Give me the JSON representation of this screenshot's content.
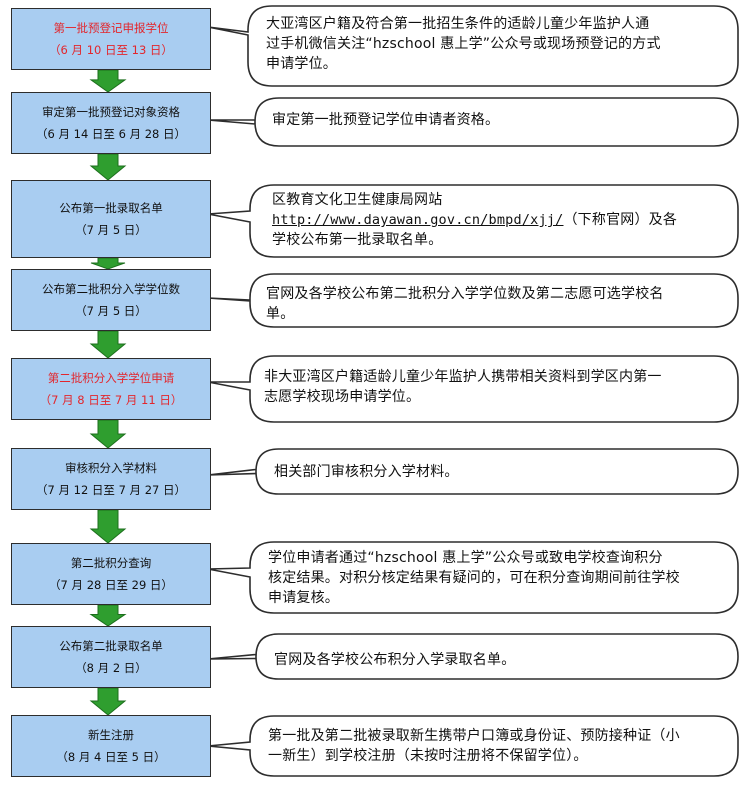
{
  "colors": {
    "box_fill": "#a9cdf1",
    "arrow_fill": "#2f9e2f",
    "highlight_text": "#e3262c",
    "border": "#2d2d2d"
  },
  "steps": [
    {
      "title": "第一批预登记申报学位",
      "date": "（6 月 10 日至 13 日）",
      "highlight": true,
      "desc": [
        "大亚湾区户籍及符合第一批招生条件的适龄儿童少年监护人通",
        "过手机微信关注“hzschool 惠上学”公众号或现场预登记的方式",
        "申请学位。"
      ]
    },
    {
      "title": "审定第一批预登记对象资格",
      "date": "（6 月 14 日至 6 月 28 日）",
      "highlight": false,
      "desc": [
        "审定第一批预登记学位申请者资格。"
      ]
    },
    {
      "title": "公布第一批录取名单",
      "date": "（7 月 5 日）",
      "highlight": false,
      "desc_line1": "区教育文化卫生健康局网站",
      "desc_url": "http://www.dayawan.gov.cn/bmpd/xjj/",
      "desc_url_tail": "（下称官网）及各",
      "desc_line3": "学校公布第一批录取名单。"
    },
    {
      "title": "公布第二批积分入学学位数",
      "date": "（7 月 5 日）",
      "highlight": false,
      "desc": [
        "官网及各学校公布第二批积分入学学位数及第二志愿可选学校名",
        "单。"
      ]
    },
    {
      "title": "第二批积分入学学位申请",
      "date": "（7 月 8 日至 7 月 11 日）",
      "highlight": true,
      "desc": [
        "非大亚湾区户籍适龄儿童少年监护人携带相关资料到学区内第一",
        "志愿学校现场申请学位。"
      ]
    },
    {
      "title": "审核积分入学材料",
      "date": "（7 月 12 日至 7 月 27 日）",
      "highlight": false,
      "desc": [
        "相关部门审核积分入学材料。"
      ]
    },
    {
      "title": "第二批积分查询",
      "date": "（7 月 28 日至 29 日）",
      "highlight": false,
      "desc": [
        "学位申请者通过“hzschool 惠上学”公众号或致电学校查询积分",
        "核定结果。对积分核定结果有疑问的，可在积分查询期间前往学校",
        "申请复核。"
      ]
    },
    {
      "title": "公布第二批录取名单",
      "date": "（8 月 2 日）",
      "highlight": false,
      "desc": [
        "官网及各学校公布积分入学录取名单。"
      ]
    },
    {
      "title": "新生注册",
      "date": "（8 月 4 日至 5 日）",
      "highlight": false,
      "desc": [
        "第一批及第二批被录取新生携带户口簿或身份证、预防接种证（小",
        "一新生）到学校注册（未按时注册将不保留学位）。"
      ]
    }
  ]
}
